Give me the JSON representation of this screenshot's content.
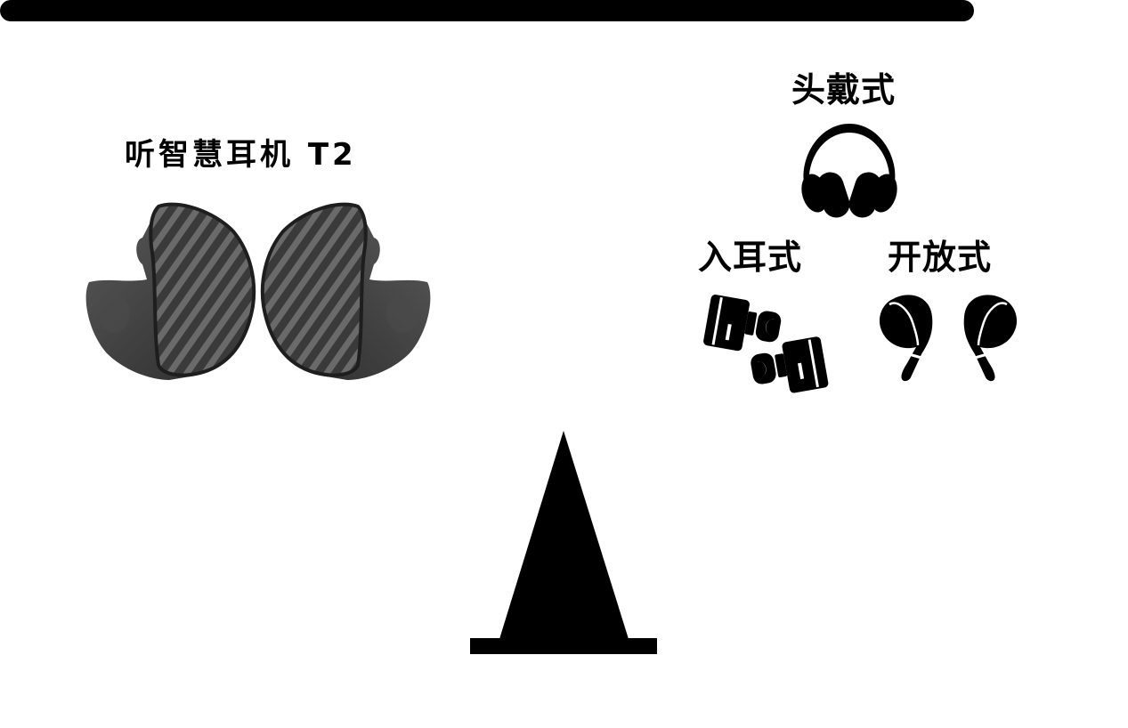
{
  "left_side": {
    "title": "听智慧耳机 T2",
    "product_image": "black-custom-in-ear-monitors-pair"
  },
  "right_side": {
    "categories": [
      {
        "label": "头戴式",
        "icon": "over-ear-headphones-icon"
      },
      {
        "label": "入耳式",
        "icon": "in-ear-earbuds-icon"
      },
      {
        "label": "开放式",
        "icon": "open-ear-hook-earphones-icon"
      }
    ]
  },
  "scale": {
    "beam_color": "#000000",
    "fulcrum_color": "#000000",
    "background": "#ffffff"
  }
}
